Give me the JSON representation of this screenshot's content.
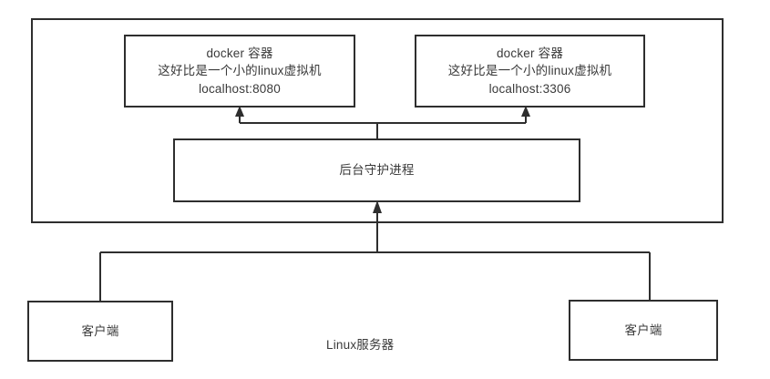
{
  "diagram": {
    "title_label": "Linux服务器",
    "outer_container": {
      "name": "linux-server-boundary"
    },
    "containers": [
      {
        "id": "docker-container-8080",
        "line1": "docker 容器",
        "line2": "这好比是一个小的linux虚拟机",
        "line3": "localhost:8080"
      },
      {
        "id": "docker-container-3306",
        "line1": "docker 容器",
        "line2": "这好比是一个小的linux虚拟机",
        "line3": "localhost:3306"
      }
    ],
    "daemon": {
      "label": "后台守护进程"
    },
    "clients": [
      {
        "id": "client-left",
        "label": "客户端"
      },
      {
        "id": "client-right",
        "label": "客户端"
      }
    ],
    "colors": {
      "stroke": "#2e2e2e",
      "text": "#3a3a3a",
      "background": "#ffffff"
    }
  }
}
